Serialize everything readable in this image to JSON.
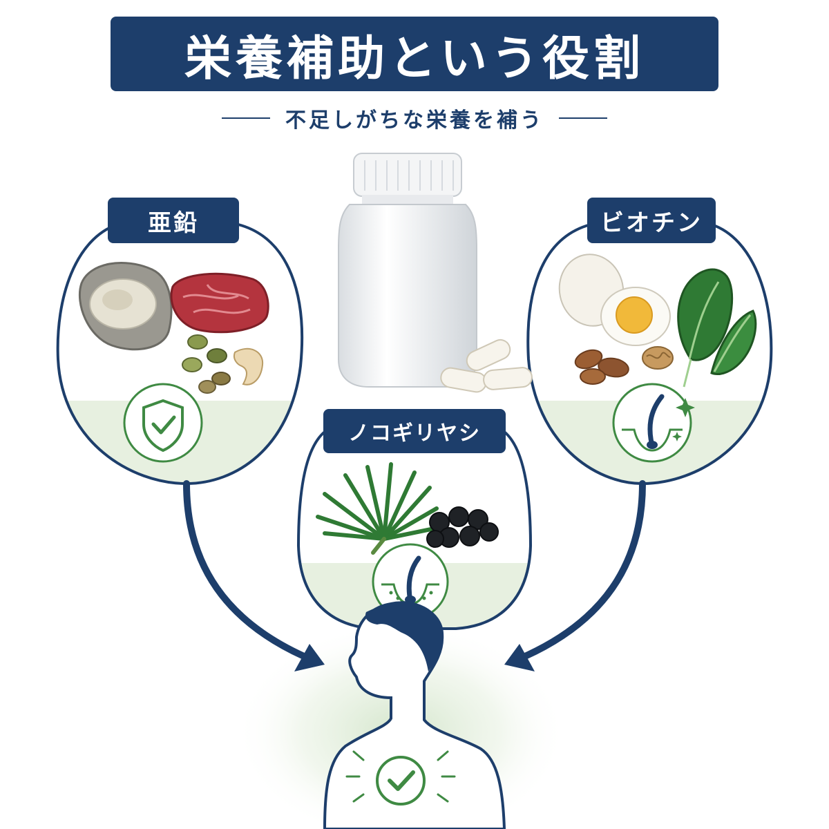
{
  "title": "栄養補助という役割",
  "subtitle": "不足しがちな栄養を補う",
  "nutrients": {
    "zinc": {
      "label": "亜鉛",
      "icon": "shield-check-icon",
      "foods": [
        "oyster-icon",
        "meat-icon",
        "pumpkin-seeds-icon",
        "cashew-icon"
      ]
    },
    "biotin": {
      "label": "ビオチン",
      "icon": "hair-follicle-sparkle-icon",
      "foods": [
        "egg-icon",
        "boiled-egg-icon",
        "spinach-icon",
        "almond-icon",
        "walnut-icon"
      ]
    },
    "saw_palmetto": {
      "label": "ノコギリヤシ",
      "icon": "hair-follicle-icon",
      "foods": [
        "palm-leaf-icon",
        "berries-icon"
      ]
    }
  },
  "center_items": [
    "supplement-bottle-icon",
    "capsule-icon"
  ],
  "target": {
    "icon": "person-silhouette-icon",
    "badge": "check-circle-icon"
  },
  "colors": {
    "navy": "#1d3e6b",
    "green": "#3f8a43",
    "light_green": "#e7f0e0"
  }
}
